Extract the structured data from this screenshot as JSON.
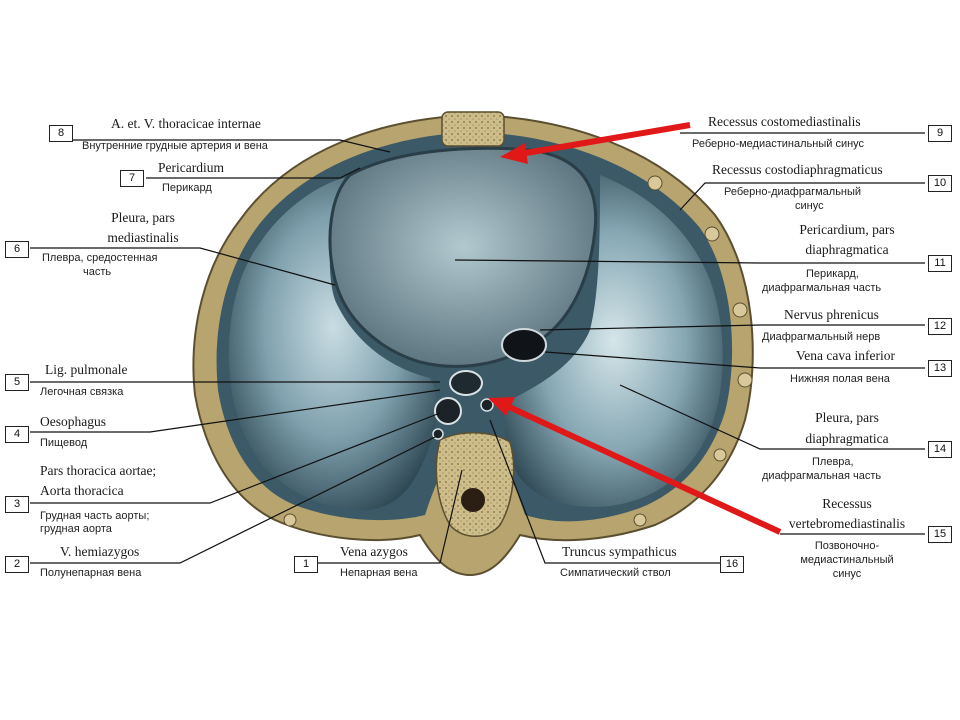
{
  "labels": {
    "l8": {
      "num": "8",
      "lat": "A. et. V. thoracicae internae",
      "ru": "Внутренние грудные артерия и вена"
    },
    "l7": {
      "num": "7",
      "lat": "Pericardium",
      "ru": "Перикард"
    },
    "l6": {
      "num": "6",
      "lat1": "Pleura, pars",
      "lat2": "mediastinalis",
      "ru1": "Плевра, средостенная",
      "ru2": "часть"
    },
    "l5": {
      "num": "5",
      "lat": "Lig. pulmonale",
      "ru": "Легочная связка"
    },
    "l4": {
      "num": "4",
      "lat": "Oesophagus",
      "ru": "Пищевод"
    },
    "l3": {
      "num": "3",
      "lat1": "Pars thoracica aortae;",
      "lat2": "Aorta thoracica",
      "ru1": "Грудная часть аорты;",
      "ru2": "грудная аорта"
    },
    "l2": {
      "num": "2",
      "lat": "V. hemiazygos",
      "ru": "Полунепарная вена"
    },
    "l1": {
      "num": "1",
      "lat": "Vena azygos",
      "ru": "Непарная вена"
    },
    "l16": {
      "num": "16",
      "lat": "Truncus sympathicus",
      "ru": "Симпатический ствол"
    },
    "l9": {
      "num": "9",
      "lat": "Recessus costomediastinalis",
      "ru": "Реберно-медиастинальный синус"
    },
    "l10": {
      "num": "10",
      "lat": "Recessus costodiaphragmaticus",
      "ru1": "Реберно-диафрагмальный",
      "ru2": "синус"
    },
    "l11": {
      "num": "11",
      "lat1": "Pericardium, pars",
      "lat2": "diaphragmatica",
      "ru1": "Перикард,",
      "ru2": "диафрагмальная часть"
    },
    "l12": {
      "num": "12",
      "lat": "Nervus phrenicus",
      "ru": "Диафрагмальный нерв"
    },
    "l13": {
      "num": "13",
      "lat": "Vena cava inferior",
      "ru": "Нижняя полая вена"
    },
    "l14": {
      "num": "14",
      "lat1": "Pleura, pars",
      "lat2": "diaphragmatica",
      "ru1": "Плевра,",
      "ru2": "диафрагмальная часть"
    },
    "l15": {
      "num": "15",
      "lat1": "Recessus",
      "lat2": "vertebromediastinalis",
      "ru1": "Позвоночно-",
      "ru2": "медиастинальный",
      "ru3": "синус"
    }
  },
  "colors": {
    "bone": "#c8b98a",
    "pleural_cavity": "#4d6b79",
    "pericardium_fill": "#6a8894",
    "leader": "#111111",
    "arrow": "#e01818"
  }
}
